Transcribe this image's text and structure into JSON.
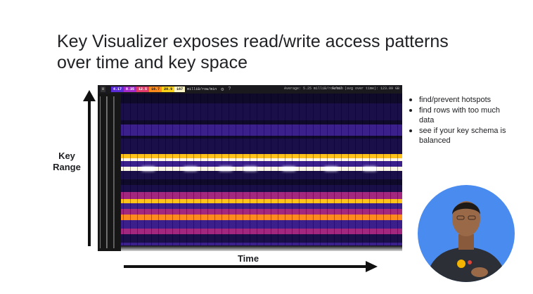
{
  "slide": {
    "title_line1": "Key Visualizer exposes read/write access patterns",
    "title_line2": "over time and key space",
    "y_axis_label_line1": "Key",
    "y_axis_label_line2": "Range",
    "x_axis_label": "Time",
    "bullets": [
      "find/prevent hotspots",
      "find rows with too much data",
      "see if your key schema is balanced"
    ]
  },
  "visualizer": {
    "toolbar_left": "0",
    "scale": [
      {
        "label": "4.17",
        "color": "#5b2bd6"
      },
      {
        "label": "8.35",
        "color": "#a12ac9"
      },
      {
        "label": "12.5",
        "color": "#e23a6b"
      },
      {
        "label": "16.7",
        "color": "#ff8a1e"
      },
      {
        "label": "20.9",
        "color": "#ffd21a"
      },
      {
        "label": "167",
        "color": "#fff6c8"
      }
    ],
    "unit": "milliB/row/min",
    "average": "Average: 5.25 milliB/row/min",
    "total": "Total (avg over time): 123.09 GB",
    "heatmap_colors": {
      "background": "#1b0f4a",
      "dark": "#0f0a2a",
      "purple": "#3b1f8a",
      "magenta": "#a2287f",
      "orange": "#ff8a1e",
      "yellow": "#ffc21a",
      "white": "#fff7e6"
    }
  },
  "presenter": {
    "background": "#4a8bf0"
  }
}
